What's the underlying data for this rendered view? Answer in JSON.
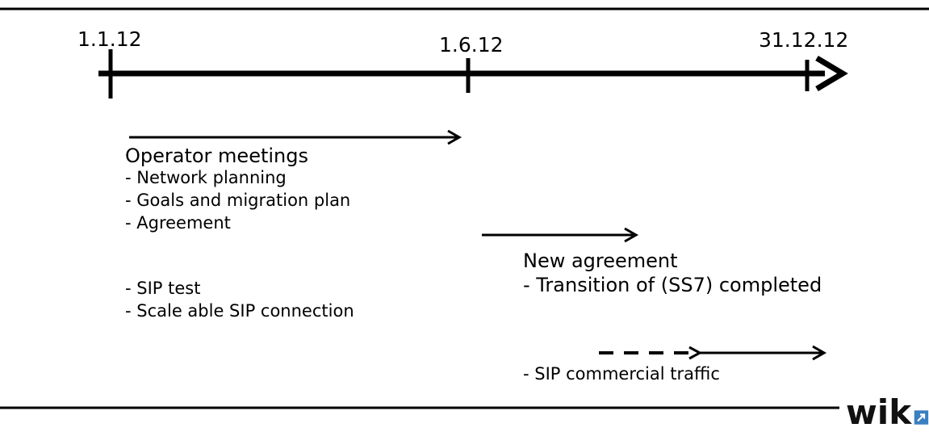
{
  "timeline": {
    "dates": [
      "1.1.12",
      "1.6.12",
      "31.12.12"
    ]
  },
  "blocks": {
    "operator": {
      "title": "Operator meetings",
      "items": [
        "- Network planning",
        "- Goals and migration plan",
        "- Agreement"
      ]
    },
    "sip": {
      "items": [
        "- SIP test",
        "- Scale able SIP connection"
      ]
    },
    "new_agreement": {
      "title": "New agreement",
      "item": "- Transition of  (SS7) completed"
    },
    "commercial": {
      "item": "- SIP commercial traffic"
    }
  },
  "logo": {
    "text": "wik",
    "accent_color": "#3a7fc1"
  }
}
